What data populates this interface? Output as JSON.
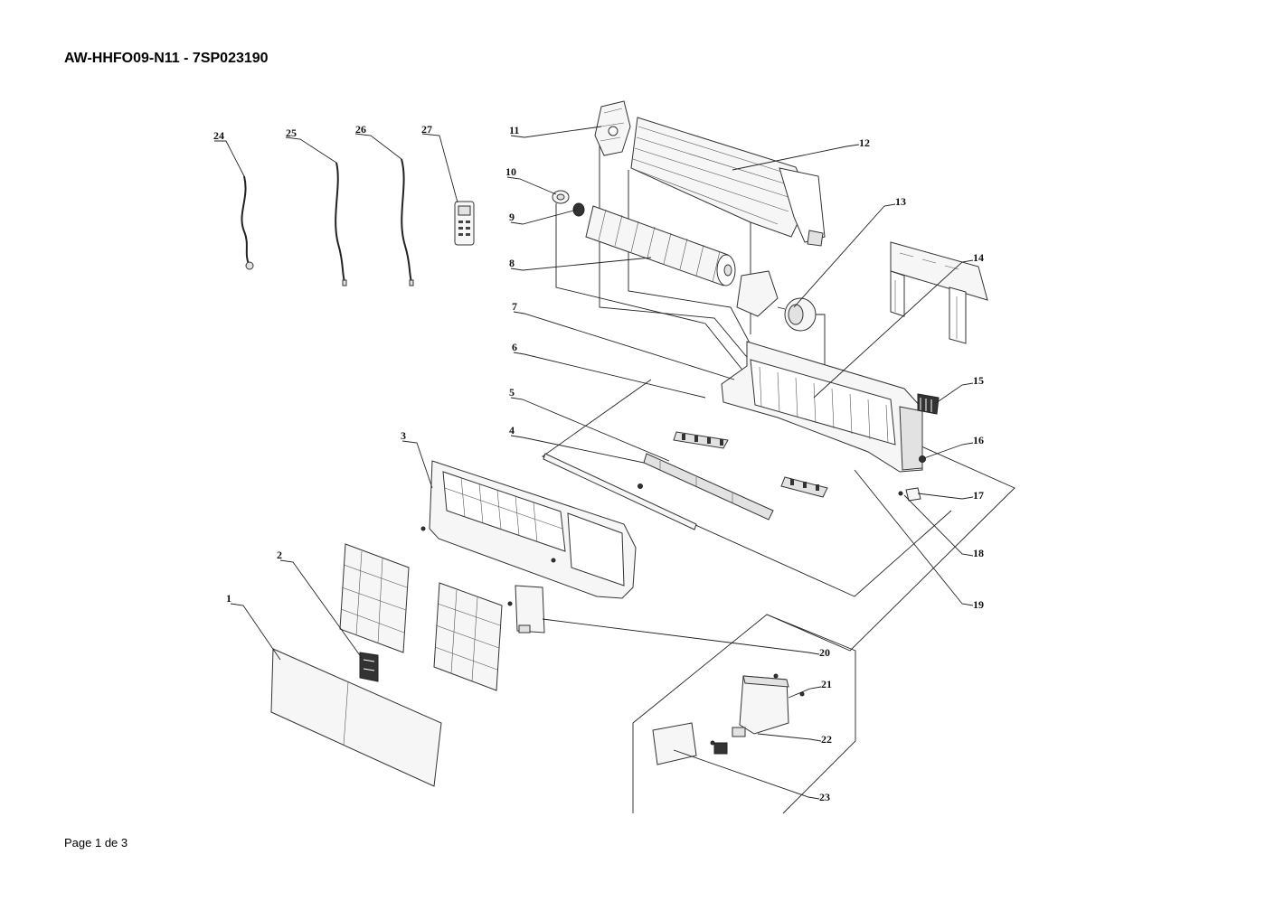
{
  "header": {
    "title": "AW-HHFO09-N11 - 7SP023190"
  },
  "footer": {
    "page": "Page 1 de 3"
  },
  "callouts": [
    "1",
    "2",
    "3",
    "4",
    "5",
    "6",
    "7",
    "8",
    "9",
    "10",
    "11",
    "12",
    "13",
    "14",
    "15",
    "16",
    "17",
    "18",
    "19",
    "20",
    "21",
    "22",
    "23",
    "24",
    "25",
    "26",
    "27"
  ]
}
